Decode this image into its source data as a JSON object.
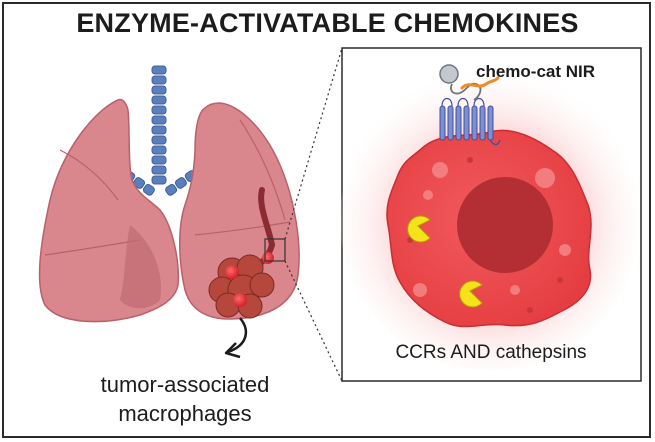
{
  "title": "ENZYME-ACTIVATABLE CHEMOKINES",
  "probe_label": "chemo-cat NIR",
  "inset_label": "CCRs AND cathepsins",
  "tumor_label": {
    "line1": "tumor-associated",
    "line2": "macrophages"
  },
  "colors": {
    "lung": "#d9868c",
    "lung_dark": "#b9616a",
    "trachea": "#5b7fbd",
    "tumor": "#b5473c",
    "cell": "#e84a4d",
    "nucleus": "#b42f33",
    "cathepsin": "#f5e21b",
    "receptor": "#7b8fd1",
    "chemokine_chain": "#f08a24"
  },
  "icons": [
    "lung-icon",
    "tumor-icon",
    "macrophage-cell-icon",
    "cathepsin-pacman-icon",
    "receptor-icon"
  ]
}
